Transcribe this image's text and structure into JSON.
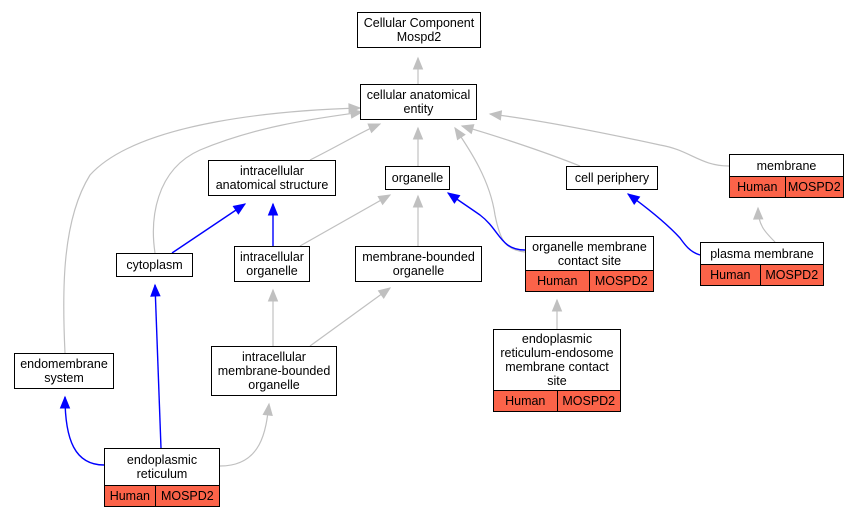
{
  "colors": {
    "is_a": "#c0c0c0",
    "part_of": "#0000ff",
    "annotation": "#fb6349"
  },
  "nodes": [
    {
      "id": "root",
      "label": "Cellular Component\nMospd2"
    },
    {
      "id": "cae",
      "label": "cellular anatomical\nentity"
    },
    {
      "id": "ias",
      "label": "intracellular\nanatomical structure"
    },
    {
      "id": "org",
      "label": "organelle"
    },
    {
      "id": "cp",
      "label": "cell periphery"
    },
    {
      "id": "mem",
      "label": "membrane",
      "annotation": [
        "Human",
        "MOSPD2"
      ]
    },
    {
      "id": "cyt",
      "label": "cytoplasm"
    },
    {
      "id": "io",
      "label": "intracellular\norganelle"
    },
    {
      "id": "mbo",
      "label": "membrane-bounded\norganelle"
    },
    {
      "id": "omcs",
      "label": "organelle membrane\ncontact site",
      "annotation": [
        "Human",
        "MOSPD2"
      ]
    },
    {
      "id": "pm",
      "label": "plasma membrane",
      "annotation": [
        "Human",
        "MOSPD2"
      ]
    },
    {
      "id": "ims",
      "label": "intracellular\nmembrane-bounded\norganelle"
    },
    {
      "id": "erecs",
      "label": "endoplasmic\nreticulum-endosome\nmembrane contact\nsite",
      "annotation": [
        "Human",
        "MOSPD2"
      ]
    },
    {
      "id": "ems",
      "label": "endomembrane\nsystem"
    },
    {
      "id": "er",
      "label": "endoplasmic\nreticulum",
      "annotation": [
        "Human",
        "MOSPD2"
      ]
    }
  ],
  "edges": [
    {
      "from": "cae",
      "to": "root",
      "type": "is_a"
    },
    {
      "from": "ias",
      "to": "cae",
      "type": "is_a"
    },
    {
      "from": "org",
      "to": "cae",
      "type": "is_a"
    },
    {
      "from": "cp",
      "to": "cae",
      "type": "is_a"
    },
    {
      "from": "mem",
      "to": "cae",
      "type": "is_a"
    },
    {
      "from": "cyt",
      "to": "cae",
      "type": "is_a"
    },
    {
      "from": "ems",
      "to": "cae",
      "type": "is_a"
    },
    {
      "from": "omcs",
      "to": "cae",
      "type": "is_a"
    },
    {
      "from": "cyt",
      "to": "ias",
      "type": "part_of"
    },
    {
      "from": "io",
      "to": "ias",
      "type": "part_of"
    },
    {
      "from": "io",
      "to": "org",
      "type": "is_a"
    },
    {
      "from": "mbo",
      "to": "org",
      "type": "is_a"
    },
    {
      "from": "omcs",
      "to": "org",
      "type": "part_of"
    },
    {
      "from": "pm",
      "to": "cp",
      "type": "part_of"
    },
    {
      "from": "pm",
      "to": "mem",
      "type": "is_a"
    },
    {
      "from": "ims",
      "to": "io",
      "type": "is_a"
    },
    {
      "from": "ims",
      "to": "mbo",
      "type": "is_a"
    },
    {
      "from": "erecs",
      "to": "omcs",
      "type": "is_a"
    },
    {
      "from": "er",
      "to": "cyt",
      "type": "part_of"
    },
    {
      "from": "er",
      "to": "ems",
      "type": "part_of"
    },
    {
      "from": "er",
      "to": "ims",
      "type": "is_a"
    }
  ]
}
